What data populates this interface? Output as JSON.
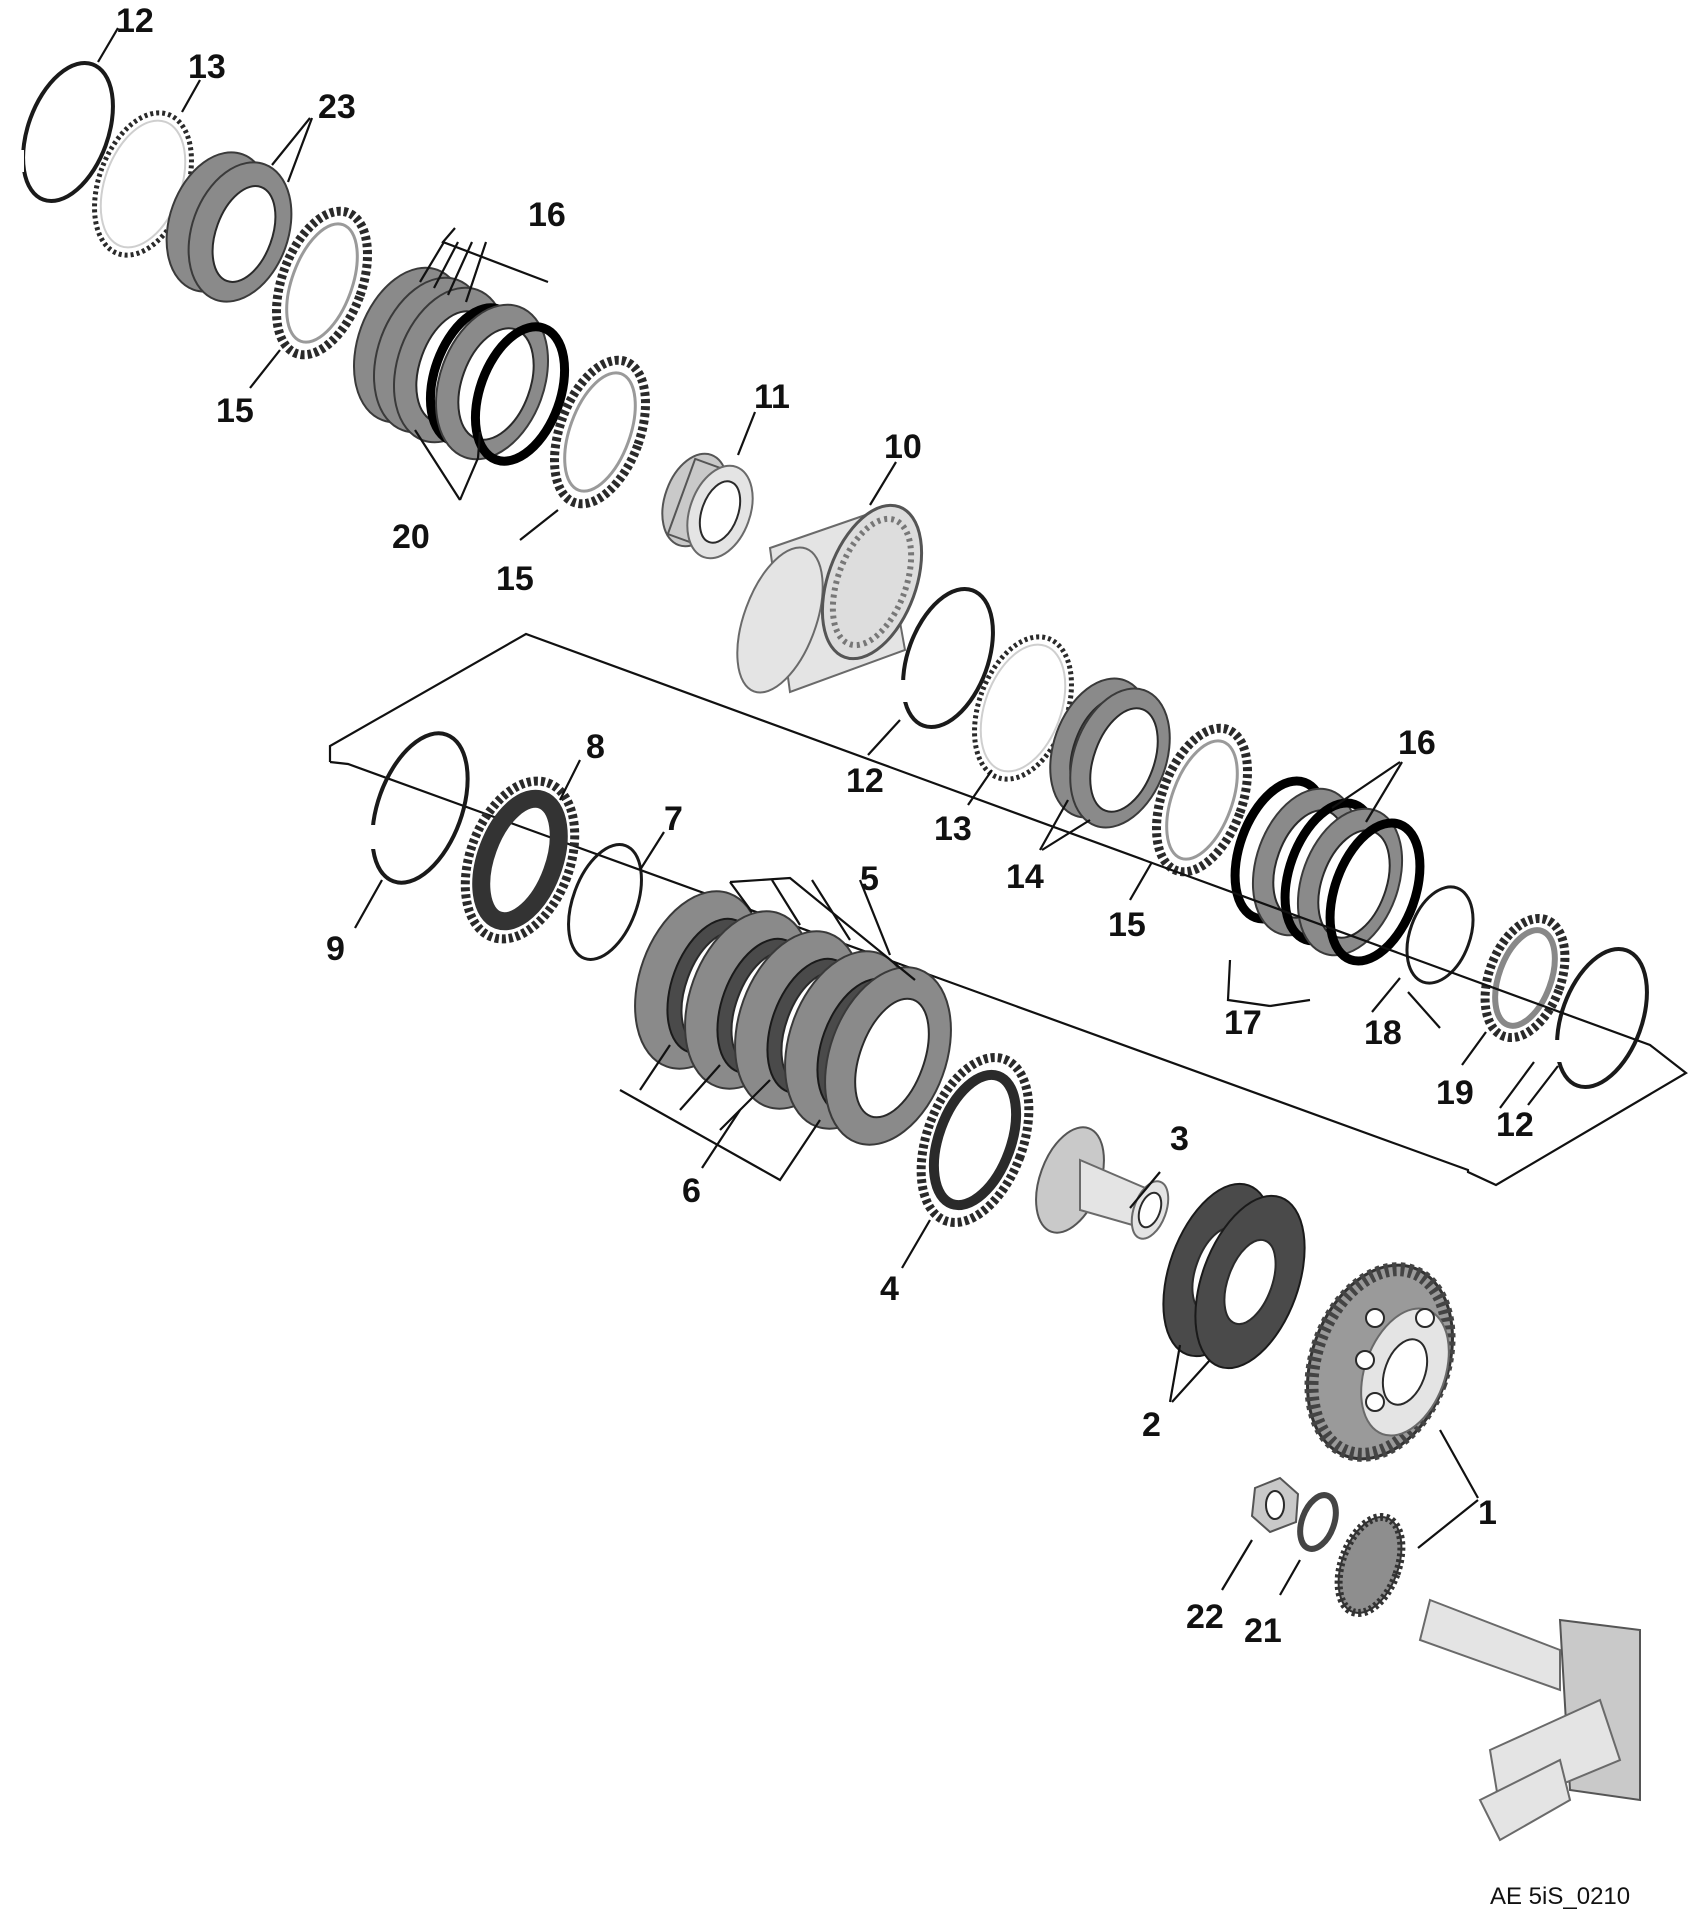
{
  "figure": {
    "reference_code": "AE 5iS_0210"
  },
  "callouts": [
    {
      "id": "c1",
      "label": "1"
    },
    {
      "id": "c2",
      "label": "2"
    },
    {
      "id": "c3",
      "label": "3"
    },
    {
      "id": "c4",
      "label": "4"
    },
    {
      "id": "c5",
      "label": "5"
    },
    {
      "id": "c6",
      "label": "6"
    },
    {
      "id": "c7",
      "label": "7"
    },
    {
      "id": "c8",
      "label": "8"
    },
    {
      "id": "c9",
      "label": "9"
    },
    {
      "id": "c10",
      "label": "10"
    },
    {
      "id": "c11",
      "label": "11"
    },
    {
      "id": "c12a",
      "label": "12"
    },
    {
      "id": "c12b",
      "label": "12"
    },
    {
      "id": "c12c",
      "label": "12"
    },
    {
      "id": "c13a",
      "label": "13"
    },
    {
      "id": "c13b",
      "label": "13"
    },
    {
      "id": "c14",
      "label": "14"
    },
    {
      "id": "c15a",
      "label": "15"
    },
    {
      "id": "c15b",
      "label": "15"
    },
    {
      "id": "c15c",
      "label": "15"
    },
    {
      "id": "c16a",
      "label": "16"
    },
    {
      "id": "c16b",
      "label": "16"
    },
    {
      "id": "c17",
      "label": "17"
    },
    {
      "id": "c18",
      "label": "18"
    },
    {
      "id": "c19",
      "label": "19"
    },
    {
      "id": "c20",
      "label": "20"
    },
    {
      "id": "c21",
      "label": "21"
    },
    {
      "id": "c22",
      "label": "22"
    },
    {
      "id": "c23",
      "label": "23"
    }
  ]
}
